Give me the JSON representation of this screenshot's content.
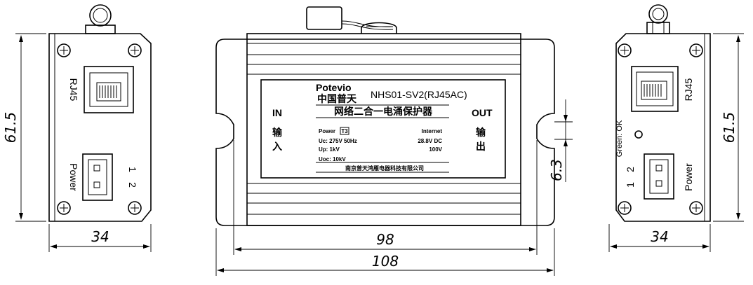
{
  "left_view": {
    "port_top": "RJ45",
    "port_bottom": "Power",
    "pin_1": "1",
    "pin_2": "2",
    "dim_height": "61.5",
    "dim_width": "34"
  },
  "front_view": {
    "brand": "Potevio",
    "brand_cn": "中国普天",
    "model": "NHS01-SV2(RJ45AC)",
    "title_cn": "网络二合一电涌保护器",
    "in_label": "IN",
    "in_cn": [
      "输",
      "入"
    ],
    "out_label": "OUT",
    "out_cn": [
      "输",
      "出"
    ],
    "power_label": "Power",
    "power_badge": "T3",
    "uc": "Uc: 275V 50Hz",
    "up": "Up: 1kV",
    "uoc": "Uoc: 10kV",
    "internet_label": "Internet",
    "internet_v": "28.8V DC",
    "internet_up": "100V",
    "maker": "南京普天鸿雁电器科技有限公司",
    "dim_hole": "6.3",
    "dim_inner": "98",
    "dim_outer": "108"
  },
  "right_view": {
    "port_top": "RJ45",
    "port_bottom": "Power",
    "led_label": "Green: OK",
    "pin_1": "1",
    "pin_2": "2",
    "dim_height": "61.5",
    "dim_width": "34"
  }
}
